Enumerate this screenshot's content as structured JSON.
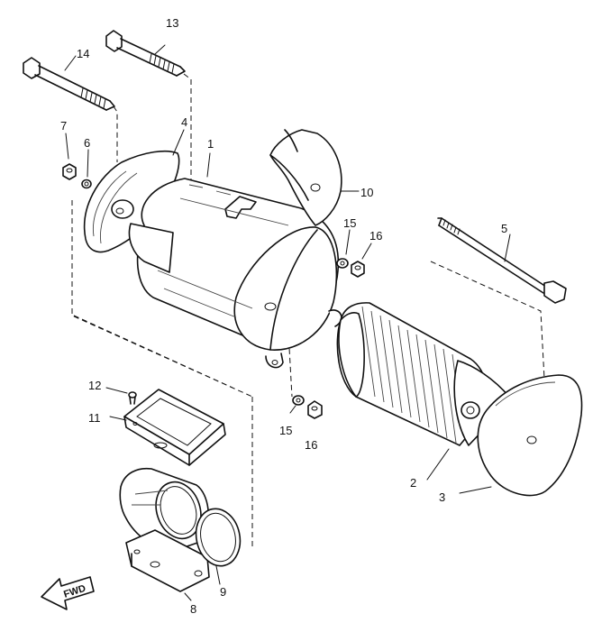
{
  "callouts": {
    "p1": "1",
    "p2": "2",
    "p3": "3",
    "p4": "4",
    "p5": "5",
    "p6": "6",
    "p7": "7",
    "p8": "8",
    "p9": "9",
    "p10": "10",
    "p11": "11",
    "p12": "12",
    "p13": "13",
    "p14": "14",
    "p15a": "15",
    "p16a": "16",
    "p15b": "15",
    "p16b": "16"
  },
  "fwd_label": "FWD",
  "colors": {
    "line": "#111111",
    "background": "#ffffff"
  }
}
